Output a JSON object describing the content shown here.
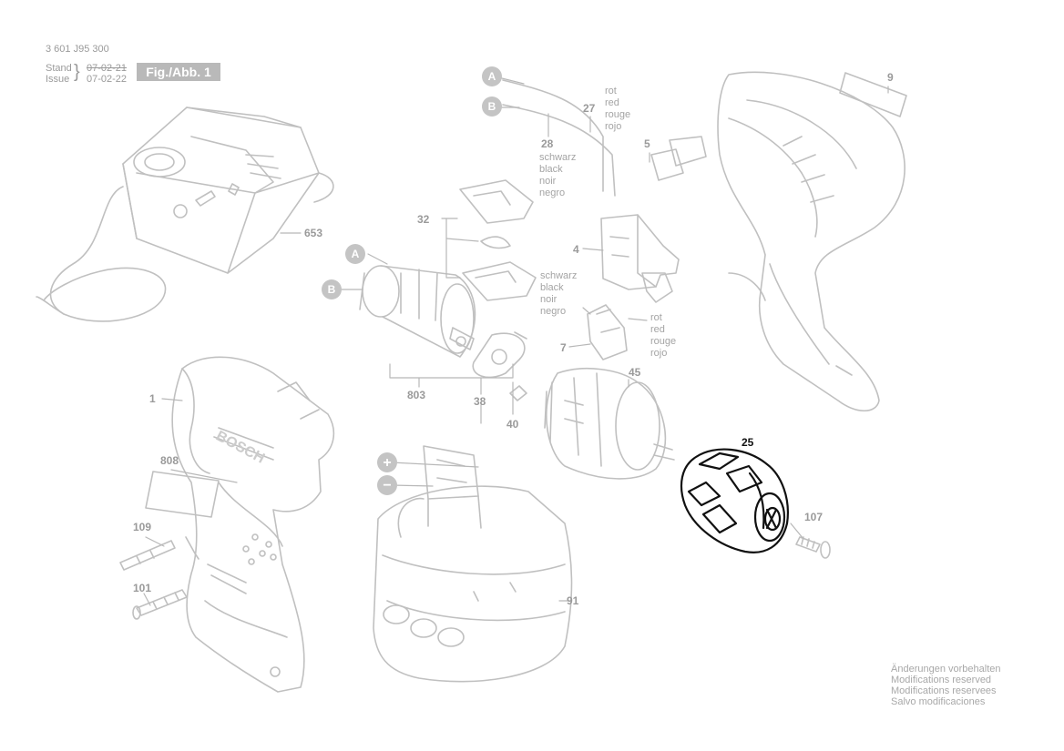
{
  "header": {
    "doc_number": "3 601 J95 300",
    "stand_label": "Stand",
    "issue_label": "Issue",
    "old_date": "07-02-21",
    "new_date": "07-02-22",
    "figure_label": "Fig./Abb. 1"
  },
  "part_numbers": {
    "p1": "1",
    "p4": "4",
    "p5": "5",
    "p7": "7",
    "p9": "9",
    "p25": "25",
    "p27": "27",
    "p28": "28",
    "p32": "32",
    "p38": "38",
    "p40": "40",
    "p45": "45",
    "p91": "91",
    "p101": "101",
    "p107": "107",
    "p109": "109",
    "p653": "653",
    "p803": "803",
    "p808": "808"
  },
  "connectors": {
    "a": "A",
    "b": "B"
  },
  "polarity": {
    "plus": "+",
    "minus": "−"
  },
  "wire_colors": {
    "red": [
      "rot",
      "red",
      "rouge",
      "rojo"
    ],
    "black": [
      "schwarz",
      "black",
      "noir",
      "negro"
    ]
  },
  "footer_note": [
    "Änderungen vorbehalten",
    "Modifications reserved",
    "Modifications reservees",
    "Salvo modificaciones"
  ],
  "colors": {
    "faded_line": "#bdbdbd",
    "faded_text": "#9a9a9a",
    "highlight": "#111111"
  }
}
